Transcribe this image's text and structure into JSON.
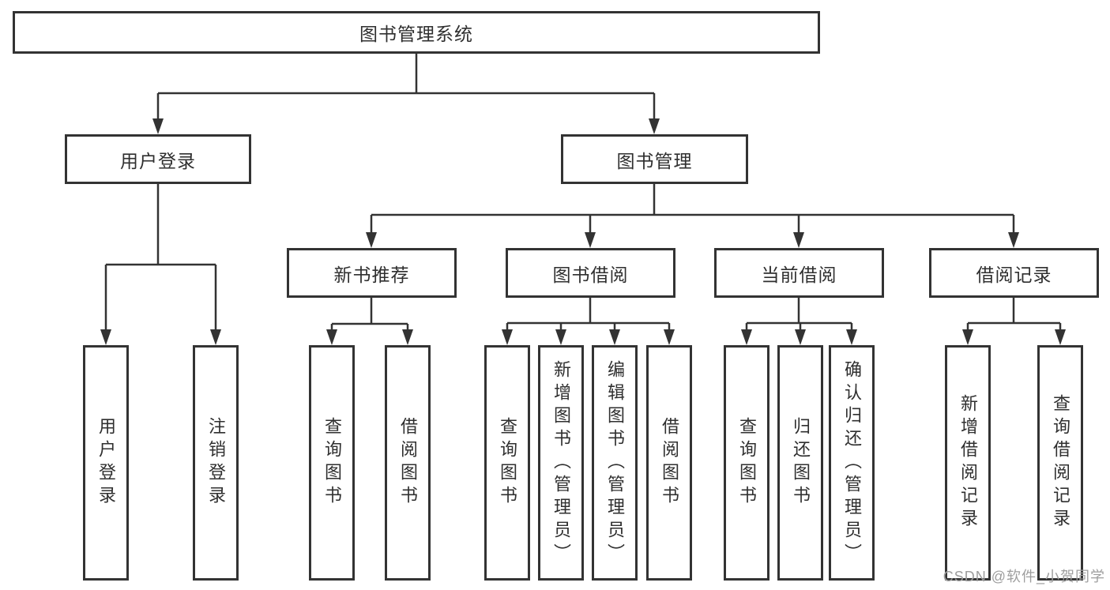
{
  "tree": {
    "label": "图书管理系统",
    "children": [
      {
        "label": "用户登录",
        "children": [
          {
            "label": "用户登录"
          },
          {
            "label": "注销登录"
          }
        ]
      },
      {
        "label": "图书管理",
        "children": [
          {
            "label": "新书推荐",
            "children": [
              {
                "label": "查询图书"
              },
              {
                "label": "借阅图书"
              }
            ]
          },
          {
            "label": "图书借阅",
            "children": [
              {
                "label": "查询图书"
              },
              {
                "label": "新增图书（管理员）"
              },
              {
                "label": "编辑图书（管理员）"
              },
              {
                "label": "借阅图书"
              }
            ]
          },
          {
            "label": "当前借阅",
            "children": [
              {
                "label": "查询图书"
              },
              {
                "label": "归还图书"
              },
              {
                "label": "确认归还（管理员）"
              }
            ]
          },
          {
            "label": "借阅记录",
            "children": [
              {
                "label": "新增借阅记录"
              },
              {
                "label": "查询借阅记录"
              }
            ]
          }
        ]
      }
    ]
  },
  "watermark": {
    "text": "CSDN @软件_小贺同学"
  },
  "colors": {
    "line": "#333333",
    "box_border": "#333333",
    "text": "#2f2f2f",
    "watermark": "#9e9e9e",
    "background": "#ffffff"
  }
}
